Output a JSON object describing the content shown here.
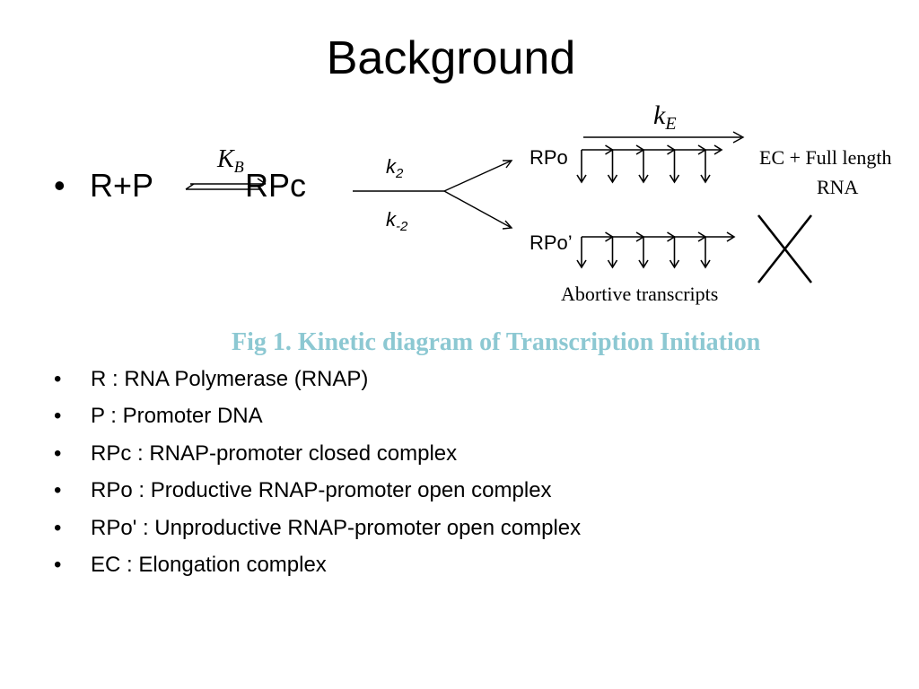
{
  "slide": {
    "title": "Background",
    "equation": {
      "reactants": "R+P",
      "product": "RPc",
      "kb_main": "K",
      "kb_sub": "B"
    },
    "rates": {
      "k2_main": "k",
      "k2_sub": "2",
      "km2_main": "k",
      "km2_sub": "-2",
      "ke_main": "k",
      "ke_sub": "E"
    },
    "labels": {
      "rpo": "RPo",
      "rpo_prime": "RPo’",
      "ec_line1": "EC + Full length",
      "ec_line2": "RNA",
      "abortive": "Abortive transcripts"
    },
    "caption": "Fig 1. Kinetic diagram of Transcription Initiation",
    "bullet_glyph": "•",
    "definitions": [
      "R : RNA Polymerase (RNAP)",
      "P : Promoter DNA",
      "RPc : RNAP-promoter closed complex",
      "RPo :  Productive RNAP-promoter open complex",
      "RPo' :  Unproductive RNAP-promoter open complex",
      "EC : Elongation complex"
    ]
  }
}
